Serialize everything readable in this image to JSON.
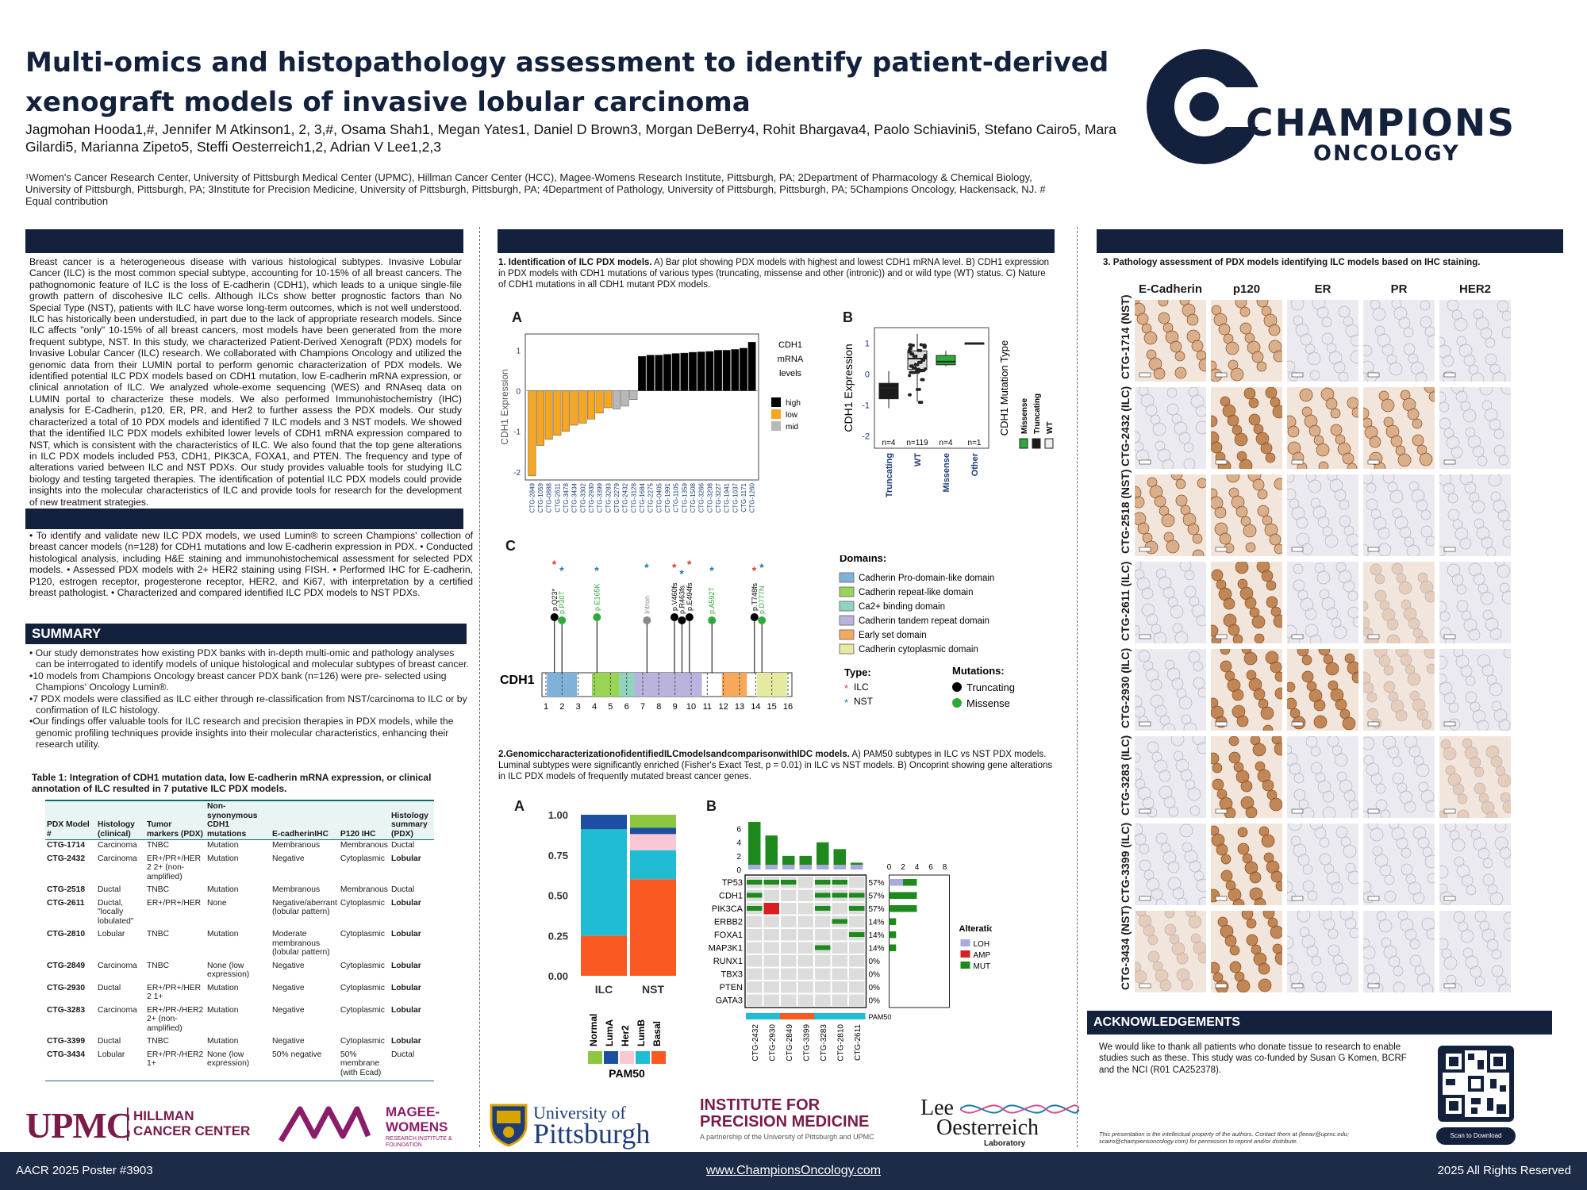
{
  "header": {
    "title": "Multi-omics and histopathology assessment to identify patient-derived xenograft models of invasive lobular carcinoma",
    "authors": "Jagmohan Hooda1,#, Jennifer M Atkinson1, 2, 3,#, Osama Shah1, Megan Yates1, Daniel D Brown3, Morgan DeBerry4, Rohit Bhargava4, Paolo Schiavini5, Stefano Cairo5, Mara Gilardi5, Marianna Zipeto5, Steffi Oesterreich1,2, Adrian V Lee1,2,3",
    "affiliations": "¹Women's Cancer Research Center, University of Pittsburgh Medical Center (UPMC), Hillman Cancer Center (HCC), Magee-Womens Research Institute, Pittsburgh, PA; 2Department of Pharmacology & Chemical Biology, University of Pittsburgh, Pittsburgh, PA; 3Institute for Precision Medicine, University of Pittsburgh, Pittsburgh, PA; 4Department of Pathology, University of Pittsburgh, Pittsburgh, PA; 5Champions Oncology, Hackensack, NJ. # Equal contribution",
    "logo_name": "CHAMPIONS",
    "logo_sub": "ONCOLOGY"
  },
  "intro": {
    "text": "Breast cancer is a heterogeneous disease with various histological subtypes. Invasive Lobular Cancer (ILC) is the most common special subtype, accounting for 10-15% of all breast cancers. The pathognomonic feature of ILC is the loss of E-cadherin (CDH1), which leads to a unique single-file growth pattern of discohesive ILC cells. Although ILCs show better prognostic factors than No Special Type (NST), patients with ILC have worse long-term outcomes, which is not well understood. ILC has historically been understudied, in part due to the lack of appropriate research models. Since ILC affects \"only\" 10-15% of all breast cancers, most models have been generated from the more frequent subtype, NST. In this study, we characterized Patient-Derived Xenograft (PDX) models for Invasive Lobular Cancer (ILC) research. We collaborated with Champions Oncology and utilized the genomic data from their LUMIN portal to perform genomic characterization of PDX models. We identified potential ILC PDX models based on CDH1 mutation, low E-cadherin mRNA expression, or clinical annotation of ILC. We analyzed whole-exome sequencing (WES) and RNAseq data on LUMIN portal to characterize these models. We also performed Immunohistochemistry (IHC) analysis for E-Cadherin, p120, ER, PR, and Her2 to further assess the PDX models. Our study characterized a total of 10 PDX models and identified 7 ILC models and 3 NST models. We showed that the identified ILC PDX models exhibited lower levels of CDH1 mRNA expression compared to NST, which is consistent with the characteristics of ILC. We also found that the top gene alterations in ILC PDX models included P53, CDH1, PIK3CA, FOXA1, and PTEN. The frequency and type of alterations varied between ILC and NST PDXs. Our study provides valuable tools for studying ILC biology and testing targeted therapies. The identification of potential ILC PDX models could provide insights into the molecular characteristics of ILC and provide tools for research for the development of new treatment strategies."
  },
  "methods": {
    "text": "• To identify and validate new ILC PDX models, we used Lumin® to screen Champions' collection of breast cancer models (n=128) for CDH1 mutations and low E-cadherin expression in PDX. • Conducted histological analysis, including H&E staining and immunohistochemical assessment for selected PDX models. • Assessed PDX models with 2+ HER2 staining using FISH. • Performed IHC for E-cadherin, P120, estrogen receptor, progesterone receptor, HER2, and Ki67, with interpretation by a certified breast pathologist. • Characterized and compared identified ILC PDX models to NST PDXs."
  },
  "summary": {
    "heading": "SUMMARY",
    "items": [
      "Our study demonstrates how existing PDX banks with in-depth multi-omic and pathology analyses can be interrogated to identify models of unique histological and molecular subtypes of breast cancer.",
      "10 models from Champions Oncology breast cancer PDX bank (n=126) were pre- selected using Champions' Oncology Lumin®.",
      "7 PDX models were classified as ILC either through re-classification from NST/carcinoma to ILC or by confirmation of ILC histology.",
      "Our findings offer valuable tools for ILC research and precision therapies in PDX models, while the genomic profiling techniques provide insights into their molecular characteristics, enhancing their research utility."
    ]
  },
  "table1": {
    "caption": "Table 1: Integration of CDH1 mutation data, low E-cadherin mRNA expression, or clinical annotation of ILC resulted in 7 putative ILC PDX models.",
    "headers": [
      "PDX Model #",
      "Histology (clinical)",
      "Tumor markers (PDX)",
      "Non-synonymous CDH1 mutations",
      "E-cadherinIHC",
      "P120 IHC",
      "Histology summary (PDX)"
    ],
    "rows": [
      [
        "CTG-1714",
        "Carcinoma",
        "TNBC",
        "Mutation",
        "Membranous",
        "Membranous",
        "Ductal"
      ],
      [
        "CTG-2432",
        "Carcinoma",
        "ER+/PR+/HER 2 2+ (non-amplified)",
        "Mutation",
        "Negative",
        "Cytoplasmic",
        "Lobular"
      ],
      [
        "CTG-2518",
        "Ductal",
        "TNBC",
        "Mutation",
        "Membranous",
        "Membranous",
        "Ductal"
      ],
      [
        "CTG-2611",
        "Ductal, \"locally lobulated\"",
        "ER+/PR+/HER",
        "None",
        "Negative/aberrant (lobular pattern)",
        "Cytoplasmic",
        "Lobular"
      ],
      [
        "CTG-2810",
        "Lobular",
        "TNBC",
        "Mutation",
        "Moderate membranous (lobular pattern)",
        "Cytoplasmic",
        "Lobular"
      ],
      [
        "CTG-2849",
        "Carcinoma",
        "TNBC",
        "None (low expression)",
        "Negative",
        "Cytoplasmic",
        "Lobular"
      ],
      [
        "CTG-2930",
        "Ductal",
        "ER+/PR+/HER 2 1+",
        "Mutation",
        "Negative",
        "Cytoplasmic",
        "Lobular"
      ],
      [
        "CTG-3283",
        "Carcinoma",
        "ER+/PR-/HER2 2+ (non-amplified)",
        "Mutation",
        "Negative",
        "Cytoplasmic",
        "Lobular"
      ],
      [
        "CTG-3399",
        "Ductal",
        "TNBC",
        "Mutation",
        "Negative",
        "Cytoplasmic",
        "Lobular"
      ],
      [
        "CTG-3434",
        "Lobular",
        "ER+/PR-/HER2 1+",
        "None (low expression)",
        "50% negative",
        "50% membrane (with Ecad)",
        "Ductal"
      ]
    ]
  },
  "section1": {
    "title_bold": "1. Identification of ILC PDX models.",
    "title_rest": " A) Bar plot showing PDX models with highest and lowest CDH1 mRNA level. B) CDH1 expression in PDX models with CDH1 mutations of various types (truncating, missense and other (intronic)) and or wild type (WT) status. C) Nature of CDH1 mutations in all CDH1 mutant PDX models.",
    "label_a": "A",
    "label_b": "B",
    "label_c": "C"
  },
  "section2": {
    "title_bold": "2.GenomiccharacterizationofidentifiedILCmodelsandcomparisonwithIDC models.",
    "title_rest": " A) PAM50 subtypes in ILC vs NST PDX models. Luminal subtypes were significantly enriched (Fisher's Exact Test, p = 0.01) in ILC vs NST models. B) Oncoprint showing gene alterations in ILC PDX models of frequently mutated breast cancer genes.",
    "label_a": "A",
    "label_b": "B"
  },
  "section3": {
    "title": "3. Pathology assessment of PDX models identifying ILC models based on IHC staining.",
    "columns": [
      "E-Cadherin",
      "p120",
      "ER",
      "PR",
      "HER2"
    ],
    "rows": [
      "CTG-1714 (NST)",
      "CTG-2432 (ILC)",
      "CTG-2518 (NST)",
      "CTG-2611 (ILC)",
      "CTG-2930 (ILC)",
      "CTG-3283 (ILC)",
      "CTG-3399 (ILC)",
      "CTG-3434 (NST)"
    ],
    "stain": [
      [
        2,
        2,
        0,
        0,
        0
      ],
      [
        0,
        3,
        2,
        2,
        0
      ],
      [
        2,
        2,
        0,
        0,
        0
      ],
      [
        0,
        3,
        0,
        1,
        0
      ],
      [
        0,
        3,
        3,
        1,
        0
      ],
      [
        0,
        3,
        0,
        0,
        1
      ],
      [
        0,
        3,
        0,
        0,
        0
      ],
      [
        1,
        3,
        0,
        0,
        0
      ]
    ],
    "colors": [
      "#e8e6ee",
      "#e3c8b4",
      "#d6a57e",
      "#b97640"
    ]
  },
  "acknowledgements": {
    "heading": "ACKNOWLEDGEMENTS",
    "text": "We would like to thank all patients who donate tissue to research to enable studies such as these. This study was co-funded by Susan G Komen, BCRF and the NCI (R01 CA252378).",
    "ip_note": "This presentation is the intellectual property of the authors. Contact them at (leeav@upmc.edu; scairo@championsoncology.com) for permission to reprint and/or distribute.",
    "qr_label": "Scan to Download"
  },
  "institutions": {
    "upmc": "UPMC",
    "hillman": "HILLMAN CANCER CENTER",
    "magee": "MAGEE-WOMENS",
    "magee_sub": "RESEARCH INSTITUTE & FOUNDATION",
    "pitt_a": "University of",
    "pitt_b": "Pittsburgh",
    "ipm": "INSTITUTE FOR PRECISION MEDICINE",
    "ipm_sub": "A partnership of the University of Pittsburgh and UPMC",
    "lab_a": "Lee",
    "lab_b": "Oesterreich",
    "lab_c": "Laboratory"
  },
  "footer": {
    "left": "AACR 2025 Poster #3903",
    "center": "www.ChampionsOncology.com",
    "right": "2025 All Rights Reserved"
  },
  "chart_data": [
    {
      "type": "bar",
      "panel": "1A",
      "ylabel": "CDH1 Expression",
      "legend_title": "CDH1 mRNA levels",
      "legend": [
        "high",
        "low",
        "mid"
      ],
      "colors": {
        "high": "#000000",
        "low": "#f5a623",
        "mid": "#b8b8b8"
      },
      "categories": [
        "CTG-2849",
        "CTG-1059",
        "CTG-0888",
        "CTG-2611",
        "CTG-3478",
        "CTG-3434",
        "CTG-3302",
        "CTG-2930",
        "CTG-3399",
        "CTG-3283",
        "CTG-2279",
        "CTG-2432",
        "CTG-3128",
        "CTG-1684",
        "CTG-2275",
        "CTG-0405",
        "CTG-1991",
        "CTG-1105",
        "CTG-1359",
        "CTG-1508",
        "CTG-3266",
        "CTG-3208",
        "CTG-3227",
        "CTG-1941",
        "CTG-1037",
        "CTG-1171",
        "CTG-1260"
      ],
      "values": [
        -2.1,
        -1.35,
        -1.2,
        -1.1,
        -1.0,
        -0.85,
        -0.8,
        -0.7,
        -0.55,
        -0.42,
        -0.45,
        -0.38,
        -0.22,
        0.85,
        0.88,
        0.88,
        0.9,
        0.92,
        0.93,
        0.95,
        0.96,
        0.97,
        1.0,
        1.0,
        1.02,
        1.05,
        1.2
      ],
      "levels": [
        "low",
        "low",
        "low",
        "low",
        "low",
        "low",
        "low",
        "low",
        "low",
        "low",
        "mid",
        "mid",
        "mid",
        "high",
        "high",
        "high",
        "high",
        "high",
        "high",
        "high",
        "high",
        "high",
        "high",
        "high",
        "high",
        "high",
        "high"
      ],
      "ylim": [
        -2.2,
        1.4
      ],
      "yticks": [
        -2,
        -1,
        0,
        1
      ]
    },
    {
      "type": "box",
      "panel": "1B",
      "ylabel": "CDH1 Expression",
      "legend_title": "CDH1 Mutation Type",
      "categories": [
        "Truncating",
        "WT",
        "Missense",
        "Other"
      ],
      "counts": [
        "n=4",
        "n=119",
        "n=4",
        "n=1"
      ],
      "median": [
        -0.45,
        0.5,
        0.4,
        1.0
      ],
      "q1": [
        -0.8,
        0.15,
        0.3,
        1.0
      ],
      "q3": [
        -0.3,
        0.75,
        0.6,
        1.0
      ],
      "whisker_low": [
        -1.1,
        -0.9,
        0.25,
        1.0
      ],
      "whisker_high": [
        0.1,
        1.3,
        0.75,
        1.0
      ],
      "colors": [
        "#1a1a1a",
        "#dcdcdc",
        "#2eaa3a",
        "#ffffff"
      ],
      "ylim": [
        -2.4,
        1.5
      ],
      "yticks": [
        -2,
        -1,
        0,
        1
      ]
    },
    {
      "type": "stacked_bar",
      "panel": "2A",
      "categories": [
        "ILC",
        "NST"
      ],
      "series": [
        {
          "name": "Normal",
          "color": "#8dc63f",
          "values": [
            0.0,
            0.08
          ]
        },
        {
          "name": "LumA",
          "color": "#1c4fa1",
          "values": [
            0.09,
            0.04
          ]
        },
        {
          "name": "Her2",
          "color": "#f9c8d4",
          "values": [
            0.0,
            0.1
          ]
        },
        {
          "name": "LumB",
          "color": "#20bcd4",
          "values": [
            0.66,
            0.18
          ]
        },
        {
          "name": "Basal",
          "color": "#fa5a22",
          "values": [
            0.25,
            0.6
          ]
        }
      ],
      "legend_title": "PAM50",
      "ylim": [
        0,
        1
      ],
      "yticks": [
        "0.00",
        "0.25",
        "0.50",
        "0.75",
        "1.00"
      ]
    },
    {
      "type": "oncoprint",
      "panel": "2B",
      "genes": [
        "TP53",
        "CDH1",
        "PIK3CA",
        "ERBB2",
        "FOXA1",
        "MAP3K1",
        "RUNX1",
        "TBX3",
        "PTEN",
        "GATA3"
      ],
      "percent": [
        "57%",
        "57%",
        "57%",
        "14%",
        "14%",
        "14%",
        "0%",
        "0%",
        "0%",
        "0%"
      ],
      "samples": [
        "CTG-2432",
        "CTG-2930",
        "CTG-2849",
        "CTG-3399",
        "CTG-3283",
        "CTG-2810",
        "CTG-2611"
      ],
      "top_counts": [
        7,
        5,
        2,
        2,
        4,
        3,
        1
      ],
      "side_counts": [
        4,
        4,
        4,
        1,
        1,
        1,
        0,
        0,
        0,
        0
      ],
      "side_ticks": [
        "0",
        "2",
        "4",
        "6",
        "8"
      ],
      "top_ticks": [
        "0",
        "2",
        "4",
        "6"
      ],
      "legend_title": "Alterations",
      "legend": [
        {
          "name": "LOH",
          "color": "#a9a9e0"
        },
        {
          "name": "AMP",
          "color": "#d81e1e"
        },
        {
          "name": "MUT",
          "color": "#1e8a1e"
        }
      ],
      "pam50_label": "PAM50",
      "pam50": [
        "#20bcd4",
        "#20bcd4",
        "#fa5a22",
        "#fa5a22",
        "#20bcd4",
        "#20bcd4",
        "#20bcd4"
      ],
      "cells": [
        [
          "MUT",
          "MUT",
          "MUT",
          "",
          "MUT",
          "MUT",
          ""
        ],
        [
          "MUT",
          "",
          "",
          "",
          "MUT",
          "MUT",
          "MUT"
        ],
        [
          "MUT",
          "AMP",
          "",
          "",
          "MUT",
          "",
          "MUT"
        ],
        [
          "",
          "",
          "",
          "",
          "",
          "MUT",
          ""
        ],
        [
          "",
          "",
          "",
          "",
          "",
          "",
          "MUT"
        ],
        [
          "",
          "",
          "",
          "",
          "MUT",
          "",
          ""
        ],
        [
          "",
          "",
          "",
          "",
          "",
          "",
          ""
        ],
        [
          "",
          "",
          "",
          "",
          "",
          "",
          ""
        ],
        [
          "",
          "",
          "",
          "",
          "",
          "",
          ""
        ],
        [
          "",
          "",
          "",
          "",
          "",
          "",
          ""
        ]
      ]
    },
    {
      "type": "lollipop",
      "panel": "1C",
      "gene": "CDH1",
      "exons": [
        "1",
        "2",
        "3",
        "4",
        "5",
        "6",
        "7",
        "8",
        "9",
        "10",
        "11",
        "12",
        "13",
        "14",
        "15",
        "16"
      ],
      "domains_title": "Domains:",
      "domains": [
        {
          "name": "Cadherin Pro-domain-like domain",
          "color": "#7fb2d9"
        },
        {
          "name": "Cadherin repeat-like domain",
          "color": "#9ad455"
        },
        {
          "name": "Ca2+ binding domain",
          "color": "#8fd3c0"
        },
        {
          "name": "Cadherin tandem repeat domain",
          "color": "#b9b3de"
        },
        {
          "name": "Early set domain",
          "color": "#f6a85b"
        },
        {
          "name": "Cadherin cytoplasmic domain",
          "color": "#e6eaa0"
        }
      ],
      "type_title": "Type:",
      "types": [
        {
          "name": "ILC",
          "color": "#e0382e"
        },
        {
          "name": "NST",
          "color": "#1a7ab0"
        }
      ],
      "mutations_title": "Mutations:",
      "mutation_kinds": [
        {
          "name": "Truncating",
          "color": "#000000"
        },
        {
          "name": "Missense",
          "color": "#2eaa3a"
        }
      ],
      "variants": [
        {
          "label": "p.Q23*",
          "pos": 0.05,
          "kind": "Truncating",
          "type": "ILC"
        },
        {
          "label": "p.P30T",
          "pos": 0.08,
          "kind": "Missense",
          "type": "NST"
        },
        {
          "label": "p.E165K",
          "pos": 0.22,
          "kind": "Missense",
          "type": "NST"
        },
        {
          "label": "Intron",
          "pos": 0.42,
          "kind": "Other",
          "type": "NST"
        },
        {
          "label": "p.V460fs",
          "pos": 0.53,
          "kind": "Truncating",
          "type": "ILC"
        },
        {
          "label": "p.R463fs",
          "pos": 0.56,
          "kind": "Truncating",
          "type": "NST"
        },
        {
          "label": "p.E494fs",
          "pos": 0.59,
          "kind": "Truncating",
          "type": "ILC"
        },
        {
          "label": "p.A592T",
          "pos": 0.68,
          "kind": "Missense",
          "type": "NST"
        },
        {
          "label": "p.T748fs",
          "pos": 0.85,
          "kind": "Truncating",
          "type": "ILC"
        },
        {
          "label": "p.D777N",
          "pos": 0.88,
          "kind": "Missense",
          "type": "NST"
        }
      ]
    }
  ]
}
